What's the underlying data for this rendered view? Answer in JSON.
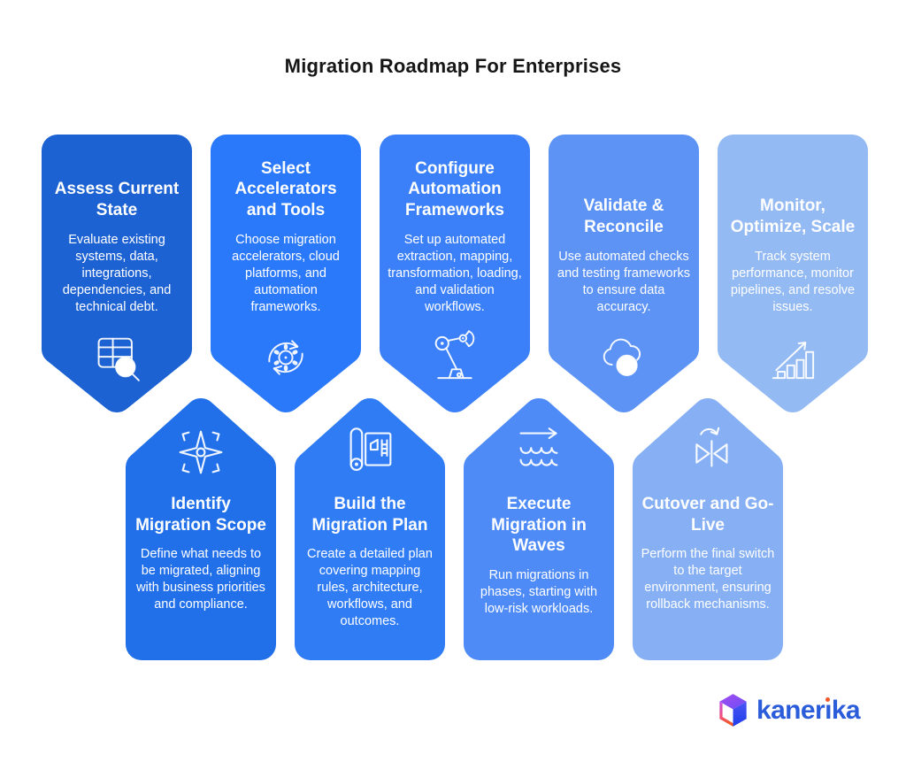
{
  "title": "Migration Roadmap For Enterprises",
  "cards": [
    {
      "step": 1,
      "row": "top",
      "title": "Assess Current State",
      "description": "Evaluate existing systems, data, integrations, dependencies, and technical debt.",
      "icon": "table-search-icon",
      "color": "#1d62d3"
    },
    {
      "step": 2,
      "row": "top",
      "title": "Select Accelerators and Tools",
      "description": "Choose migration accelerators, cloud platforms, and automation frameworks.",
      "icon": "sync-gear-icon",
      "color": "#2b79fb"
    },
    {
      "step": 3,
      "row": "top",
      "title": "Configure Automation Frameworks",
      "description": "Set up automated extraction, mapping, transformation, loading, and validation workflows.",
      "icon": "robot-arm-icon",
      "color": "#3b80f8"
    },
    {
      "step": 4,
      "row": "top",
      "title": "Validate & Reconcile",
      "description": "Use automated checks and testing frameworks to ensure data accuracy.",
      "icon": "cloud-check-icon",
      "color": "#5d93f5"
    },
    {
      "step": 5,
      "row": "top",
      "title": "Monitor, Optimize, Scale",
      "description": "Track system performance, monitor pipelines, and resolve issues.",
      "icon": "growth-chart-icon",
      "color": "#94baf3"
    },
    {
      "step": 6,
      "row": "bottom",
      "title": "Identify Migration Scope",
      "description": "Define what needs to be migrated, aligning with business priorities and compliance.",
      "icon": "compass-star-icon",
      "color": "#2270e9"
    },
    {
      "step": 7,
      "row": "bottom",
      "title": "Build the Migration Plan",
      "description": "Create a detailed plan covering mapping rules, architecture, workflows, and outcomes.",
      "icon": "blueprint-icon",
      "color": "#307cf5"
    },
    {
      "step": 8,
      "row": "bottom",
      "title": "Execute Migration in Waves",
      "description": "Run migrations in phases, starting with low-risk workloads.",
      "icon": "waves-arrow-icon",
      "color": "#4e8bf7"
    },
    {
      "step": 9,
      "row": "bottom",
      "title": "Cutover and Go-Live",
      "description": "Perform the final switch to the target environment, ensuring rollback mechanisms.",
      "icon": "cutover-switch-icon",
      "color": "#86b0f3"
    }
  ],
  "brand": {
    "name": "kanerika",
    "wordmark_pre": "kaner",
    "wordmark_i": "ı",
    "wordmark_post": "ka",
    "text_color": "#2b5cd9",
    "dot_color": "#f4582a",
    "cube_colors": [
      "#8a4bf5",
      "#f0527a",
      "#f4582a",
      "#4254f0",
      "#1e3ee8"
    ]
  }
}
